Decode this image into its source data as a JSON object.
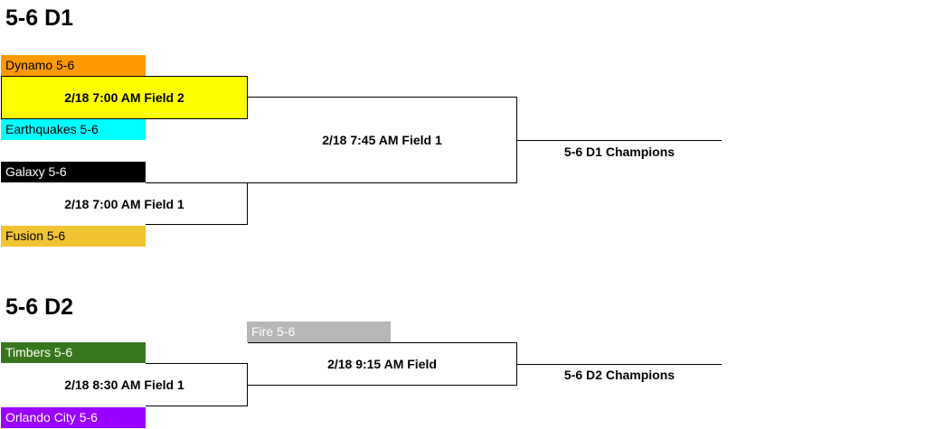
{
  "brackets": [
    {
      "title": "5-6 D1",
      "teams": [
        {
          "name": "Dynamo 5-6",
          "bg": "#ff9900",
          "fg": "#000000"
        },
        {
          "name": "Earthquakes 5-6",
          "bg": "#00ffff",
          "fg": "#000000"
        },
        {
          "name": "Galaxy 5-6",
          "bg": "#000000",
          "fg": "#ffffff"
        },
        {
          "name": "Fusion 5-6",
          "bg": "#f1c232",
          "fg": "#000000"
        }
      ],
      "games": [
        {
          "label": "2/18 7:00 AM Field 2",
          "bg": "#ffff00"
        },
        {
          "label": "2/18 7:00 AM Field 1",
          "bg": "#ffffff"
        },
        {
          "label": "2/18 7:45 AM Field 1",
          "bg": "#ffffff"
        }
      ],
      "champion": "5-6 D1 Champions"
    },
    {
      "title": "5-6 D2",
      "teams": [
        {
          "name": "Fire 5-6",
          "bg": "#b7b7b7",
          "fg": "#ffffff"
        },
        {
          "name": "Timbers 5-6",
          "bg": "#38761d",
          "fg": "#ffffff"
        },
        {
          "name": "Orlando City 5-6",
          "bg": "#9900ff",
          "fg": "#ffffff"
        }
      ],
      "games": [
        {
          "label": "2/18 8:30 AM Field 1",
          "bg": "#ffffff"
        },
        {
          "label": "2/18 9:15 AM Field",
          "bg": "#ffffff"
        }
      ],
      "champion": "5-6 D2 Champions"
    }
  ]
}
